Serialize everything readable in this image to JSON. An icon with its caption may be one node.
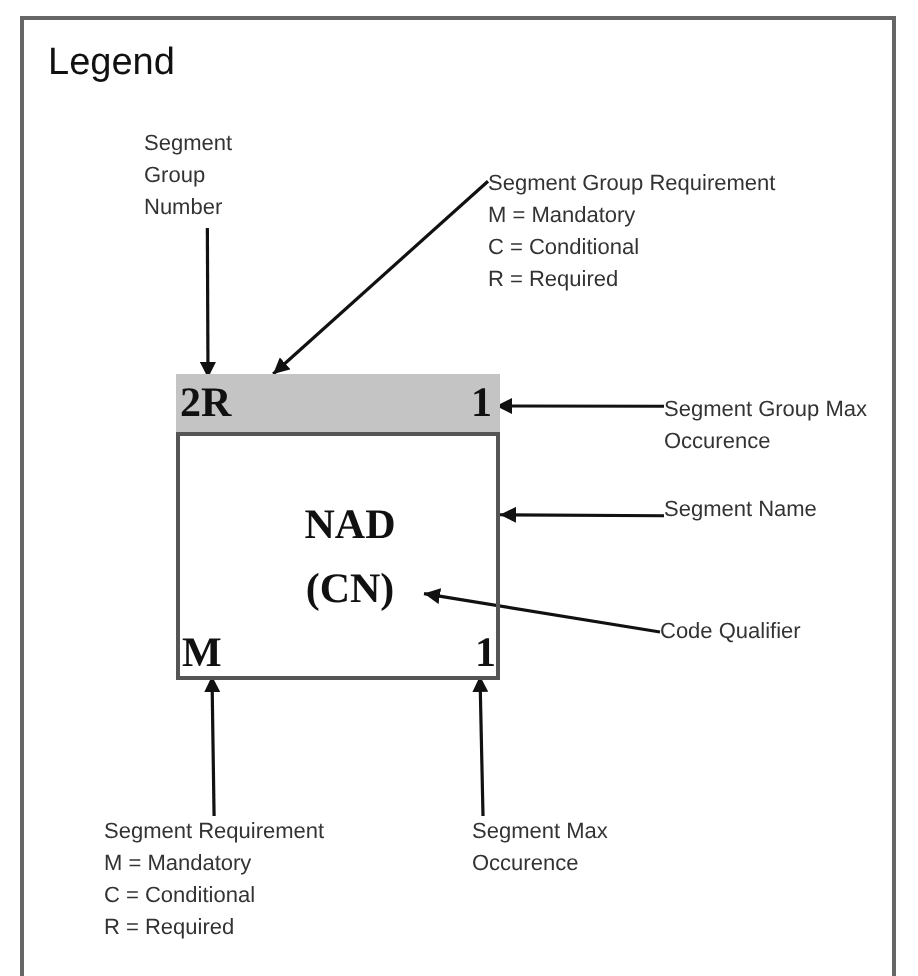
{
  "diagram": {
    "nodes": [
      {
        "text": [
          "Legend"
        ]
      },
      {
        "text": [],
        "shape": "box",
        "in": 0
      },
      {
        "text": [],
        "shape": "bar",
        "in": 1
      },
      {
        "text": [
          "2R"
        ],
        "in": 2
      },
      {
        "text": [
          "1"
        ],
        "in": 2
      },
      {
        "text": [
          "NAD"
        ],
        "in": 1
      },
      {
        "text": [
          "(CN)"
        ],
        "in": 1
      },
      {
        "text": [
          "M"
        ],
        "in": 1
      },
      {
        "text": [
          "1"
        ],
        "in": 1
      },
      {
        "text": [
          "Segment Group Number"
        ],
        "in": 0
      },
      {
        "text": [
          "Segment Group Requirement",
          "M = Mandatory",
          "C = Conditional",
          "R = Required"
        ],
        "in": 0
      },
      {
        "text": [
          "Segment Group Max Occurence"
        ],
        "in": 0
      },
      {
        "text": [
          "Segment Name"
        ],
        "in": 0
      },
      {
        "text": [
          "Code Qualifier"
        ],
        "in": 0
      },
      {
        "text": [
          "Segment Requirement",
          "M = Mandatory",
          "C = Conditional",
          "R = Required"
        ],
        "in": 0
      },
      {
        "text": [
          "Segment Max Occurence"
        ],
        "in": 0
      }
    ],
    "edges": [
      {
        "from": 9,
        "to": 3,
        "arrow": "to"
      },
      {
        "from": 10,
        "to": 2,
        "arrow": "to"
      },
      {
        "from": 11,
        "to": 4,
        "arrow": "to"
      },
      {
        "from": 12,
        "to": 1,
        "arrow": "to"
      },
      {
        "from": 13,
        "to": 6,
        "arrow": "to"
      },
      {
        "from": 14,
        "to": 7,
        "arrow": "to"
      },
      {
        "from": 15,
        "to": 8,
        "arrow": "to"
      }
    ]
  }
}
